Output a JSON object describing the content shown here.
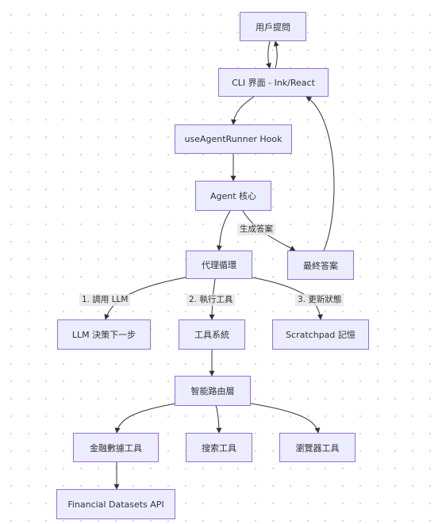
{
  "nodes": {
    "user_question": "用戶提問",
    "cli": "CLI 界面 - Ink/React",
    "hook": "useAgentRunner Hook",
    "agent_core": "Agent 核心",
    "agent_loop": "代理循環",
    "final_answer": "最終答案",
    "llm_decide": "LLM 決策下一步",
    "tool_system": "工具系統",
    "scratchpad": "Scratchpad 記憶",
    "smart_router": "智能路由層",
    "finance_tool": "金融數據工具",
    "search_tool": "搜索工具",
    "browser_tool": "瀏覽器工具",
    "financial_api": "Financial Datasets API"
  },
  "edge_labels": {
    "generate_answer": "生成答案",
    "call_llm": "1. 調用 LLM",
    "execute_tool": "2. 執行工具",
    "update_state": "3. 更新狀態"
  },
  "colors": {
    "node_fill": "#ececff",
    "node_border": "#9370db",
    "edge": "#333333",
    "label_bg": "#e8e8e8"
  }
}
